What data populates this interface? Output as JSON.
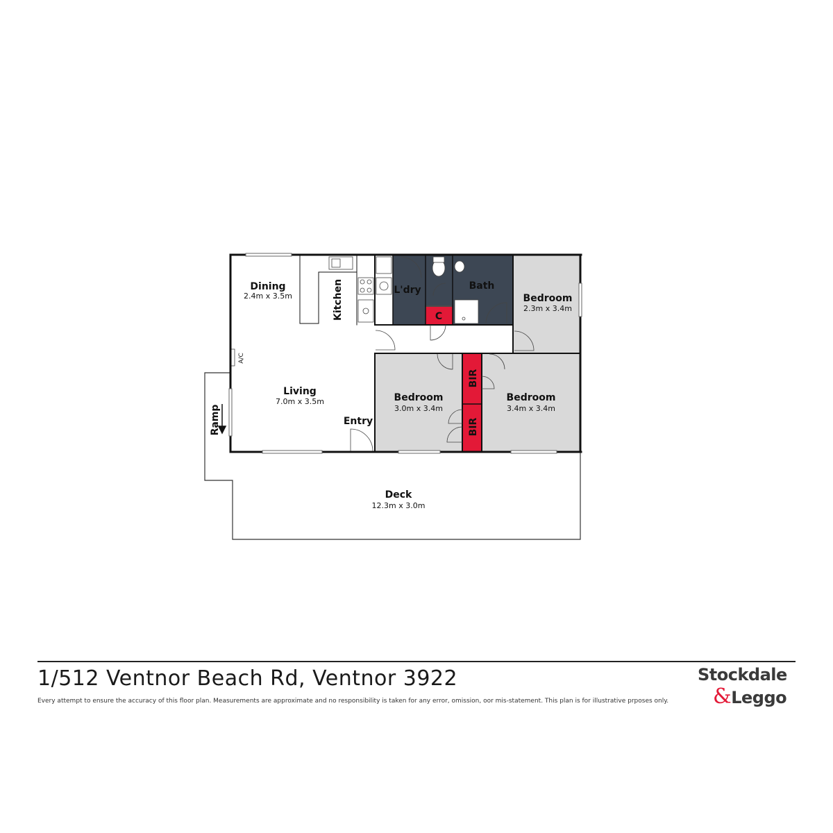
{
  "plan": {
    "rooms": {
      "dining": {
        "name": "Dining",
        "dims": "2.4m x 3.5m"
      },
      "kitchen": {
        "name": "Kitchen"
      },
      "laundry": {
        "name": "L'dry"
      },
      "bath": {
        "name": "Bath"
      },
      "bedroom1": {
        "name": "Bedroom",
        "dims": "2.3m x 3.4m"
      },
      "cupboard": {
        "name": "C"
      },
      "living": {
        "name": "Living",
        "dims": "7.0m x 3.5m"
      },
      "entry": {
        "name": "Entry"
      },
      "bedroom2": {
        "name": "Bedroom",
        "dims": "3.0m x 3.4m"
      },
      "bedroom3": {
        "name": "Bedroom",
        "dims": "3.4m x 3.4m"
      },
      "bir_upper": {
        "name": "BIR"
      },
      "bir_lower": {
        "name": "BIR"
      },
      "deck": {
        "name": "Deck",
        "dims": "12.3m x 3.0m"
      },
      "ramp": {
        "name": "Ramp"
      },
      "ac": {
        "name": "A/C"
      }
    },
    "colors": {
      "wet_area": "#3d4754",
      "robe": "#e31937",
      "bedroom_fill": "#d9d9d9",
      "wall": "#111111"
    }
  },
  "footer": {
    "address": "1/512 Ventnor Beach Rd, Ventnor 3922",
    "disclaimer": "Every attempt to ensure the accuracy of this floor plan.  Measurements are approximate and no responsibility is taken for any error, omission, oor mis-statement.  This plan is for illustrative prposes only."
  },
  "logo": {
    "line1": "Stockdale",
    "amp": "&",
    "line2": "Leggo",
    "accent": "#e31937"
  }
}
